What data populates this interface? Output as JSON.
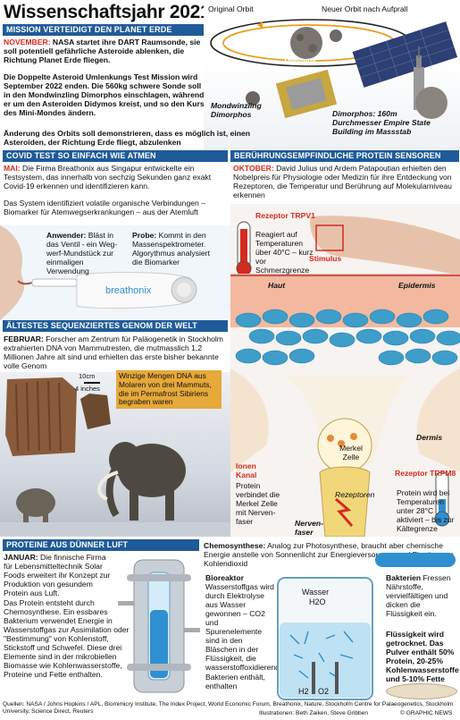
{
  "title": "Wissenschaftsjahr 2021",
  "colors": {
    "header_blue": "#1f5b99",
    "accent_red": "#d62a20",
    "orbit_orange": "#e8a020"
  },
  "mission": {
    "header": "MISSION VERTEIDIGT  DEN PLANET ERDE",
    "orbit_label_original": "Original Orbit",
    "orbit_label_new": "Neuer Orbit nach Aufprall",
    "label_didymos": "Didymos",
    "label_moon": "Mondwinzling Dimorphos",
    "label_dimorphos": "Dimorphos: 160m Durchmesser Empire State Building im Massstab",
    "p1_lead": "NOVEMBER:",
    "p1": " NASA startet ihre DART Raumsonde, sie soll potentiell gefährliche Asteroide ablenken, die Richtung Planet Erde fliegen.",
    "p2": "Die Doppelte Asteroid Umlenkungs Test Mission wird September 2022 enden. Die 560kg schwere Sonde soll in den Mondwinzling Dimorphos einschlagen, während er um den Asteroiden Didymos kreist, und so den Kurs des Mini-Mondes ändern.",
    "p3": "Änderung des Orbits soll demonstrieren, dass es möglich ist, einen Asteroiden, der Richtung Erde fliegt, abzulenken"
  },
  "covid": {
    "header": "COVID TEST SO EINFACH WIE ATMEN",
    "p1_lead": "MAI:",
    "p1": " Die Firma Breathonix aus Singapur entwickelte ein Testsystem, das innerhalb von sechzig Sekunden ganz exakt Covid-19 erkennen und identifizieren kann.",
    "p2": "Das System identifiziert volatile organische Verbindungen – Biomarker für Atemwegserkrankungen – aus der Atemluft",
    "anwender_lead": "Anwender:",
    "anwender": " Bläst in das Ventil - ein Weg-werf-Mundstück zur einmaligen Verwendung",
    "probe_lead": "Probe:",
    "probe": " Kommt in den Massenspektrometer. Algorythmus analysiert die Biomarker",
    "device_brand": "breathonix"
  },
  "genom": {
    "header": "ÄLTESTES SEQUENZIERTES GENOM DER WELT",
    "p1_lead": "FEBRUAR:",
    "p1": " Forscher am Zentrum für Paläogenetik in Stockholm extrahierten DNA von Mammutresten, die mutmasslich 1,2 Millionen Jahre alt sind und erhielten das erste bisher bekannte volle Genom",
    "scale_cm": "10cm",
    "scale_in": "4 inches",
    "note": "Winzige Mengen DNA aus Molaren von drei Mammuts, die im Permafrost Sibiriens begraben waren"
  },
  "sensor": {
    "header": "BERÜHRUNGSEMPFINDLICHE PROTEIN SENSOREN",
    "p1_lead": "OKTOBER:",
    "p1": " David Julius und Ardem Patapoutian erhielten den Nobelpreis für Physiologie oder Medizin für ihre Entdeckung von Rezeptoren, die Temperatur und Berührung auf Molekularniveau erkennen",
    "trpv1_title": "Rezeptor TRPV1",
    "trpv1_text": "Reagiert auf Temperaturen über 40°C – kurz vor Schmerzgrenze",
    "stimulus": "Stimulus",
    "haut": "Haut",
    "epidermis": "Epidermis",
    "dermis": "Dermis",
    "merkel": "Merkel Zelle",
    "ionen_title": "Ionen Kanal",
    "ionen_text": "Protein verbindet die Merkel Zelle mit Nerven-faser",
    "rezeptoren": "Rezeptoren",
    "nerven": "Nerven-faser",
    "trpm8_title": "Rezeptor TRPM8",
    "trpm8_text": "Protein wird bei Temperaturen unter 28°C aktiviert – bis zur Kältegrenze"
  },
  "proteine": {
    "header": "PROTEINE AUS DÜNNER LUFT",
    "p1_lead": "JANUAR:",
    "p1": " Die finnische Firma für Lebensmitteltechnik Solar Foods erweitert ihr Konzept zur Produktion von gesundem Protein aus Luft.",
    "p2": "Das Protein entsteht durch Chemosynthese. Ein essbares Bakterium verwendet Energie in Wasserstoffgas zur Assimilation oder \"Bestimmung\" von Kohlenstoff, Stickstoff und Schwefel. Diese drei Elemente sind in der mikrobiellen Biomasse wie Kohlenwasserstoffe, Proteine und Fette enthalten.",
    "chemo_lead": "Chemosynthese:",
    "chemo": " Analog zur Photosynthese, braucht aber chemische Energie anstelle von Sonnenlicht zur Energieversorgung und Fixation von Kohlendioxid",
    "bio_lead": "Bioreaktor",
    "bio": " Wasserstoffgas wird durch Elektrolyse aus Wasser gewonnen – CO2 und Spurenelemente sind in den Bläschen in der Flüssigkeit, die wasserstoffoxidierende Bakterien enthält, enthalten",
    "wasser": "Wasser",
    "h2o": "H2O",
    "h2": "H2",
    "o2": "O2",
    "bak_lead": "Bakterien",
    "bak": " Fressen Nährstoffe, vervielfältigen und dicken die Flüssigkeit ein.",
    "bak2": "Flüssigkeit wird getrocknet. Das Pulver enthält 50% Protein, 20-25% Kohlenwasserstoffe und 5-10% Fette"
  },
  "footer": {
    "sources": "Quellen: NASA / Johns Hopkins / APL, Biomimicry Institute, The Index Project, World Economic Forum, Breathonix, Nature, Stockholm Centre for Palaeogenetics, Stockholm University, Science Direct, Reuters",
    "illustrations": "Illustrationen: Beth Zaiken,  Steve Gribben",
    "copyright": "© GRAPHIC NEWS"
  }
}
